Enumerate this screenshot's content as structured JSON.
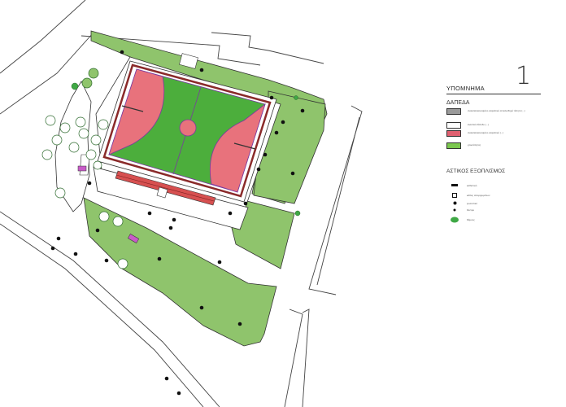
{
  "sheet_number": "1",
  "legend": {
    "title": "ΥΠΟΜΝΗΜΑ",
    "floors_title": "ΔΑΠΕΔΑ",
    "floors": [
      {
        "color": "#9a9a9a",
        "text": "ανακατασκευασμένο ασφαλτικό αντιολισθηρό τάπητα (...)"
      },
      {
        "color": "#ffffff",
        "text": "ελαστικό δάπεδο (...)"
      },
      {
        "color": "#e06070",
        "text": "ανακατασκευασμένο ασφαλτικό (...)"
      },
      {
        "color": "#7bc74f",
        "text": "χλοοτάπητας"
      }
    ],
    "furniture_title": "ΑΣΤΙΚΟΣ ΕΞΟΠΛΙΣΜΟΣ",
    "furniture": [
      {
        "icon": "bench-icon",
        "text": "καθιστικό"
      },
      {
        "icon": "bin-icon",
        "text": "κάδος απορριμμάτων"
      },
      {
        "icon": "light-icon",
        "text": "φωτιστικό"
      },
      {
        "icon": "tree-dot-icon",
        "text": "δέντρο"
      },
      {
        "icon": "shrub-icon",
        "text": "θάμνος"
      }
    ]
  },
  "colors": {
    "grass": "#8fc46c",
    "court_green": "#4cae3c",
    "court_red": "#e8727c",
    "court_border": "#8a2a2a",
    "stands": "#d75050",
    "outline": "#333333"
  }
}
